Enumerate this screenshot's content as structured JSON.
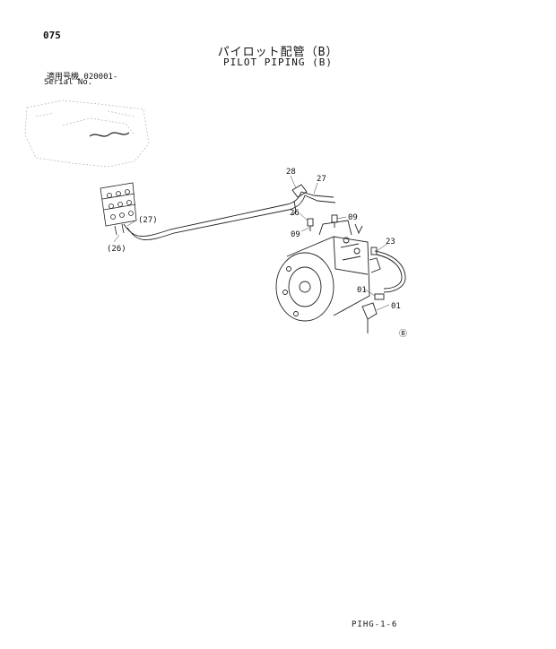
{
  "header": {
    "page_number": "075",
    "title_ja": "パイロット配管（B）",
    "title_en": "PILOT PIPING (B)",
    "serial_label_ja": "適用号機  020001-",
    "serial_label_en": "Serial No."
  },
  "callouts": {
    "c28": "28",
    "c27": "27",
    "c26": "26",
    "c09a": "09",
    "c09b": "09",
    "c27p": "(27)",
    "c26p": "(26)",
    "c23": "23",
    "c01a": "01",
    "c01b": "01",
    "symbol": "Ⓑ"
  },
  "footer": {
    "code": "PIHG-1-6"
  }
}
